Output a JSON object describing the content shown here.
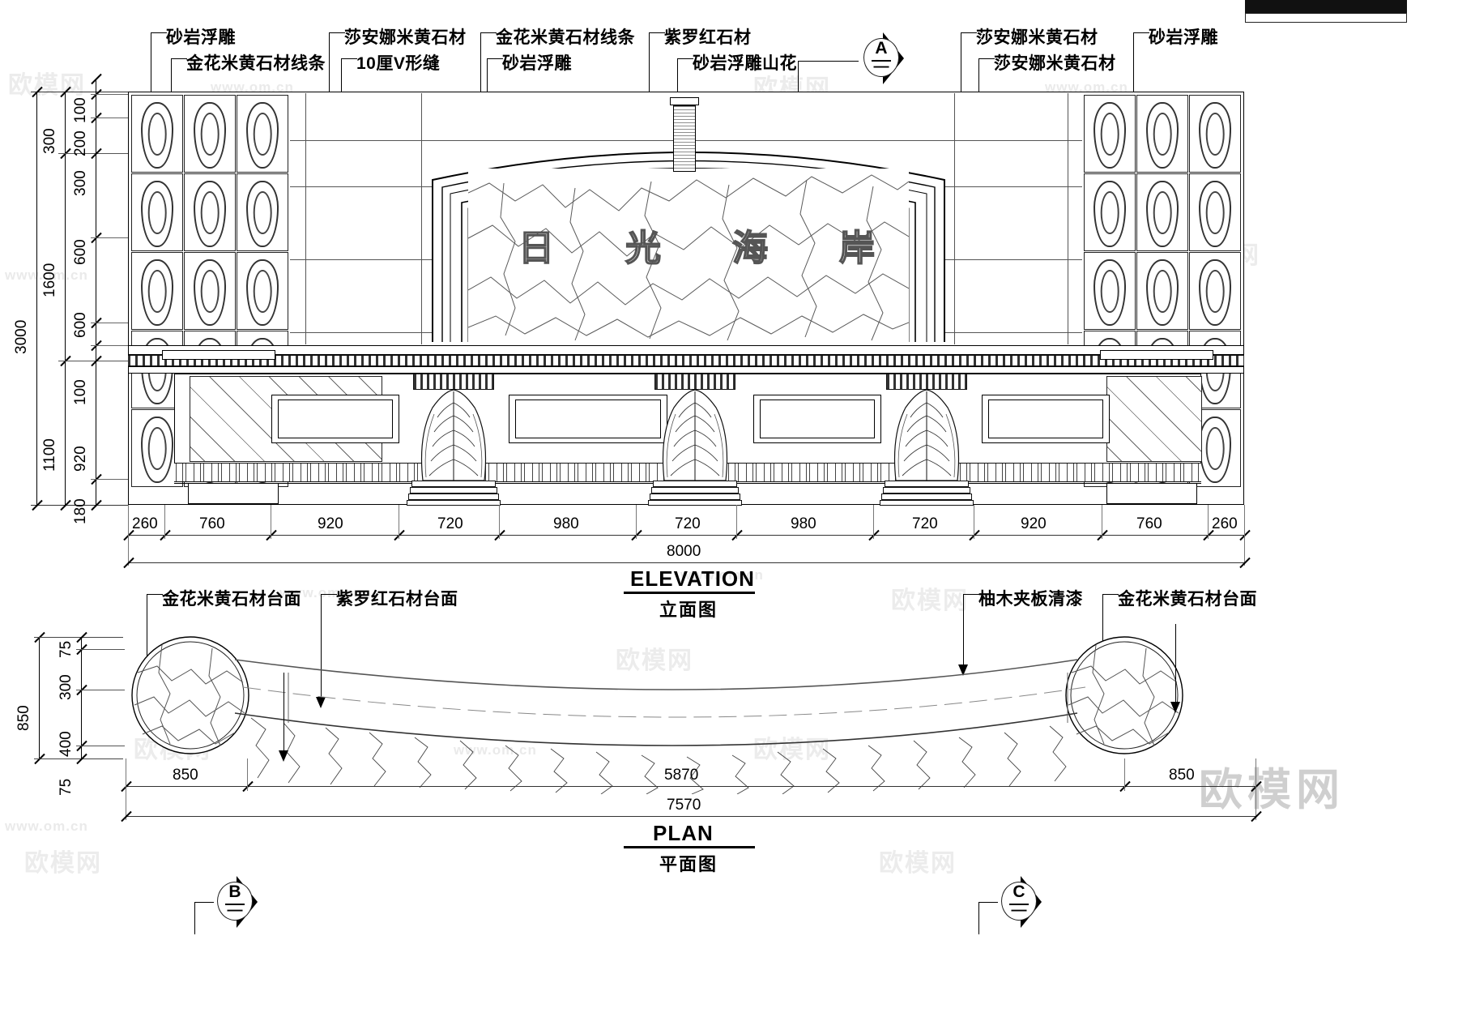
{
  "drawing": {
    "title_en_elevation": "ELEVATION",
    "title_cn_elevation": "立面图",
    "title_en_plan": "PLAN",
    "title_cn_plan": "平面图",
    "signage_text": "日 光 海 岸",
    "signage_chars": [
      "日",
      "光",
      "海",
      "岸"
    ]
  },
  "section_markers": [
    {
      "name": "marker-a",
      "letter": "A",
      "sub": "—"
    },
    {
      "name": "marker-b",
      "letter": "B",
      "sub": "—"
    },
    {
      "name": "marker-c",
      "letter": "C",
      "sub": "—"
    }
  ],
  "elevation_callouts": [
    {
      "id": "ec1",
      "label": "砂岩浮雕"
    },
    {
      "id": "ec2",
      "label": "金花米黄石材线条"
    },
    {
      "id": "ec3",
      "label": "莎安娜米黄石材"
    },
    {
      "id": "ec4",
      "label": "10厘V形缝"
    },
    {
      "id": "ec5",
      "label": "金花米黄石材线条"
    },
    {
      "id": "ec6",
      "label": "砂岩浮雕"
    },
    {
      "id": "ec7",
      "label": "紫罗红石材"
    },
    {
      "id": "ec8",
      "label": "砂岩浮雕山花"
    },
    {
      "id": "ec9",
      "label": "莎安娜米黄石材"
    },
    {
      "id": "ec10",
      "label": "莎安娜米黄石材"
    },
    {
      "id": "ec11",
      "label": "砂岩浮雕"
    }
  ],
  "plan_callouts": [
    {
      "id": "pc1",
      "label": "金花米黄石材台面"
    },
    {
      "id": "pc2",
      "label": "紫罗红石材台面"
    },
    {
      "id": "pc3",
      "label": "柚木夹板清漆"
    },
    {
      "id": "pc4",
      "label": "金花米黄石材台面"
    }
  ],
  "elevation_dims": {
    "overall_height": "3000",
    "vertical_chain_outer": [
      "300",
      "1600",
      "1100"
    ],
    "vertical_chain_inner": [
      "100",
      "200",
      "300",
      "600",
      "600",
      "100",
      "920",
      "180"
    ],
    "horizontal_chain": [
      "260",
      "760",
      "920",
      "720",
      "980",
      "720",
      "980",
      "720",
      "920",
      "760",
      "260"
    ],
    "overall_width": "8000"
  },
  "plan_dims": {
    "overall_depth": "850",
    "vertical_chain": [
      "75",
      "300",
      "400",
      "75"
    ],
    "horizontal_chain": [
      "850",
      "5870",
      "850"
    ],
    "overall_width": "7570"
  },
  "watermarks": {
    "logo_cn": "欧模网",
    "url": "www.om.cn",
    "brand_large": "欧模网"
  }
}
